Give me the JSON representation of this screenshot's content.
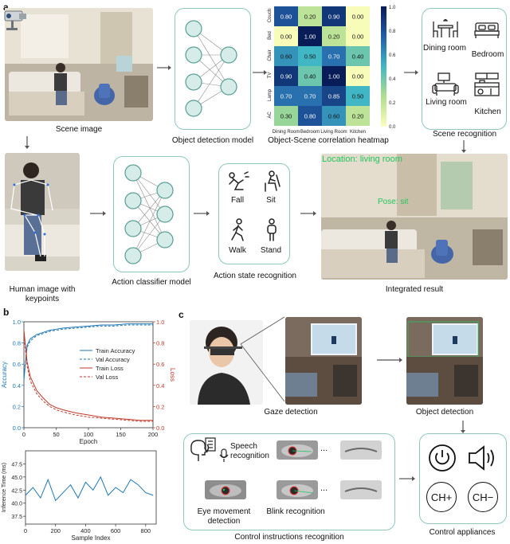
{
  "panel_labels": {
    "a": "a",
    "b": "b",
    "c": "c"
  },
  "captions": {
    "scene_image": "Scene image",
    "object_detection_model": "Object detection model",
    "heatmap_title": "Object-Scene correlation heatmap",
    "scene_recognition": "Scene recognition",
    "human_image": "Human image with keypoints",
    "action_classifier": "Action classifier model",
    "action_state": "Action state recognition",
    "integrated_result": "Integrated result",
    "gaze_detection": "Gaze detection",
    "object_detection": "Object detection",
    "control_instructions": "Control  instructions recognition",
    "control_appliances": "Control appliances"
  },
  "scenes": {
    "dining": "Dining room",
    "bedroom": "Bedroom",
    "living": "Living room",
    "kitchen": "Kitchen"
  },
  "actions": {
    "fall": "Fall",
    "sit": "Sit",
    "walk": "Walk",
    "stand": "Stand"
  },
  "overlay_text": {
    "location": "Location: living room",
    "pose": "Pose: sit"
  },
  "instructions": {
    "speech": "Speech recognition",
    "eye": "Eye movement detection",
    "blink": "Blink recognition",
    "ellipsis": "..."
  },
  "appliances": {
    "power": "power-icon",
    "volume": "volume-icon",
    "ch_up": "CH+",
    "ch_down": "CH−"
  },
  "heatmap": {
    "rows": [
      "Couch",
      "Bed",
      "Chair",
      "TV",
      "Lamp",
      "AC"
    ],
    "cols": [
      "Dining Room",
      "Bedroom",
      "Living Room",
      "Kitchen"
    ],
    "values": [
      [
        0.8,
        0.2,
        0.9,
        0.0
      ],
      [
        0.0,
        1.0,
        0.2,
        0.0
      ],
      [
        0.6,
        0.5,
        0.7,
        0.4
      ],
      [
        0.9,
        0.4,
        1.0,
        0.0
      ],
      [
        0.7,
        0.7,
        0.85,
        0.5
      ],
      [
        0.3,
        0.8,
        0.6,
        0.2
      ]
    ],
    "colorbar_ticks": [
      "1.0",
      "0.8",
      "0.6",
      "0.4",
      "0.2",
      "0.0"
    ]
  },
  "chart_data": [
    {
      "type": "line",
      "xlabel": "Epoch",
      "ylabel": "Accuracy",
      "y2label": "Loss",
      "xlim": [
        0,
        200
      ],
      "ylim": [
        0,
        1.0
      ],
      "y2lim": [
        0,
        1.0
      ],
      "xticks": [
        "0",
        "50",
        "100",
        "150",
        "200"
      ],
      "yticks": [
        "0.0",
        "0.2",
        "0.4",
        "0.6",
        "0.8",
        "1.0"
      ],
      "y2ticks": [
        "0.0",
        "0.2",
        "0.4",
        "0.6",
        "0.8",
        "1.0"
      ],
      "legend_position": "right",
      "series": [
        {
          "name": "Train Accuracy",
          "color": "#1f77b4",
          "style": "solid",
          "axis": "left",
          "x": [
            0,
            5,
            10,
            20,
            30,
            40,
            50,
            60,
            80,
            100,
            120,
            140,
            160,
            180,
            200
          ],
          "values": [
            0.45,
            0.78,
            0.84,
            0.88,
            0.9,
            0.92,
            0.93,
            0.94,
            0.95,
            0.96,
            0.97,
            0.97,
            0.98,
            0.98,
            0.98
          ]
        },
        {
          "name": "Val Accuracy",
          "color": "#1f77b4",
          "style": "dashed",
          "axis": "left",
          "x": [
            0,
            5,
            10,
            20,
            30,
            40,
            50,
            60,
            80,
            100,
            120,
            140,
            160,
            180,
            200
          ],
          "values": [
            0.5,
            0.76,
            0.82,
            0.87,
            0.89,
            0.91,
            0.92,
            0.93,
            0.94,
            0.95,
            0.96,
            0.96,
            0.97,
            0.97,
            0.97
          ]
        },
        {
          "name": "Train Loss",
          "color": "#c0392b",
          "style": "solid",
          "axis": "right",
          "x": [
            0,
            5,
            10,
            20,
            30,
            40,
            50,
            60,
            80,
            100,
            120,
            140,
            160,
            180,
            200
          ],
          "values": [
            0.92,
            0.62,
            0.48,
            0.35,
            0.28,
            0.22,
            0.19,
            0.17,
            0.14,
            0.12,
            0.1,
            0.09,
            0.08,
            0.07,
            0.07
          ]
        },
        {
          "name": "Val Loss",
          "color": "#c0392b",
          "style": "dashed",
          "axis": "right",
          "x": [
            0,
            5,
            10,
            20,
            30,
            40,
            50,
            60,
            80,
            100,
            120,
            140,
            160,
            180,
            200
          ],
          "values": [
            0.88,
            0.58,
            0.44,
            0.32,
            0.25,
            0.2,
            0.17,
            0.15,
            0.12,
            0.1,
            0.09,
            0.08,
            0.07,
            0.06,
            0.06
          ]
        }
      ]
    },
    {
      "type": "line",
      "xlabel": "Sample Index",
      "ylabel": "Inference Time (ms)",
      "xlim": [
        0,
        870
      ],
      "ylim": [
        36,
        50
      ],
      "xticks": [
        "0",
        "200",
        "400",
        "600",
        "800"
      ],
      "yticks": [
        "37.5",
        "40.0",
        "42.5",
        "45.0",
        "47.5"
      ],
      "series": [
        {
          "name": "",
          "color": "#1f77b4",
          "x": [
            0,
            50,
            100,
            150,
            200,
            250,
            300,
            350,
            400,
            450,
            500,
            550,
            600,
            650,
            700,
            750,
            800,
            850
          ],
          "values": [
            41.5,
            43.0,
            41.0,
            44.5,
            40.5,
            42.0,
            43.5,
            41.0,
            44.0,
            42.5,
            45.0,
            41.5,
            43.0,
            42.0,
            44.5,
            43.5,
            42.0,
            41.5
          ]
        }
      ]
    }
  ]
}
